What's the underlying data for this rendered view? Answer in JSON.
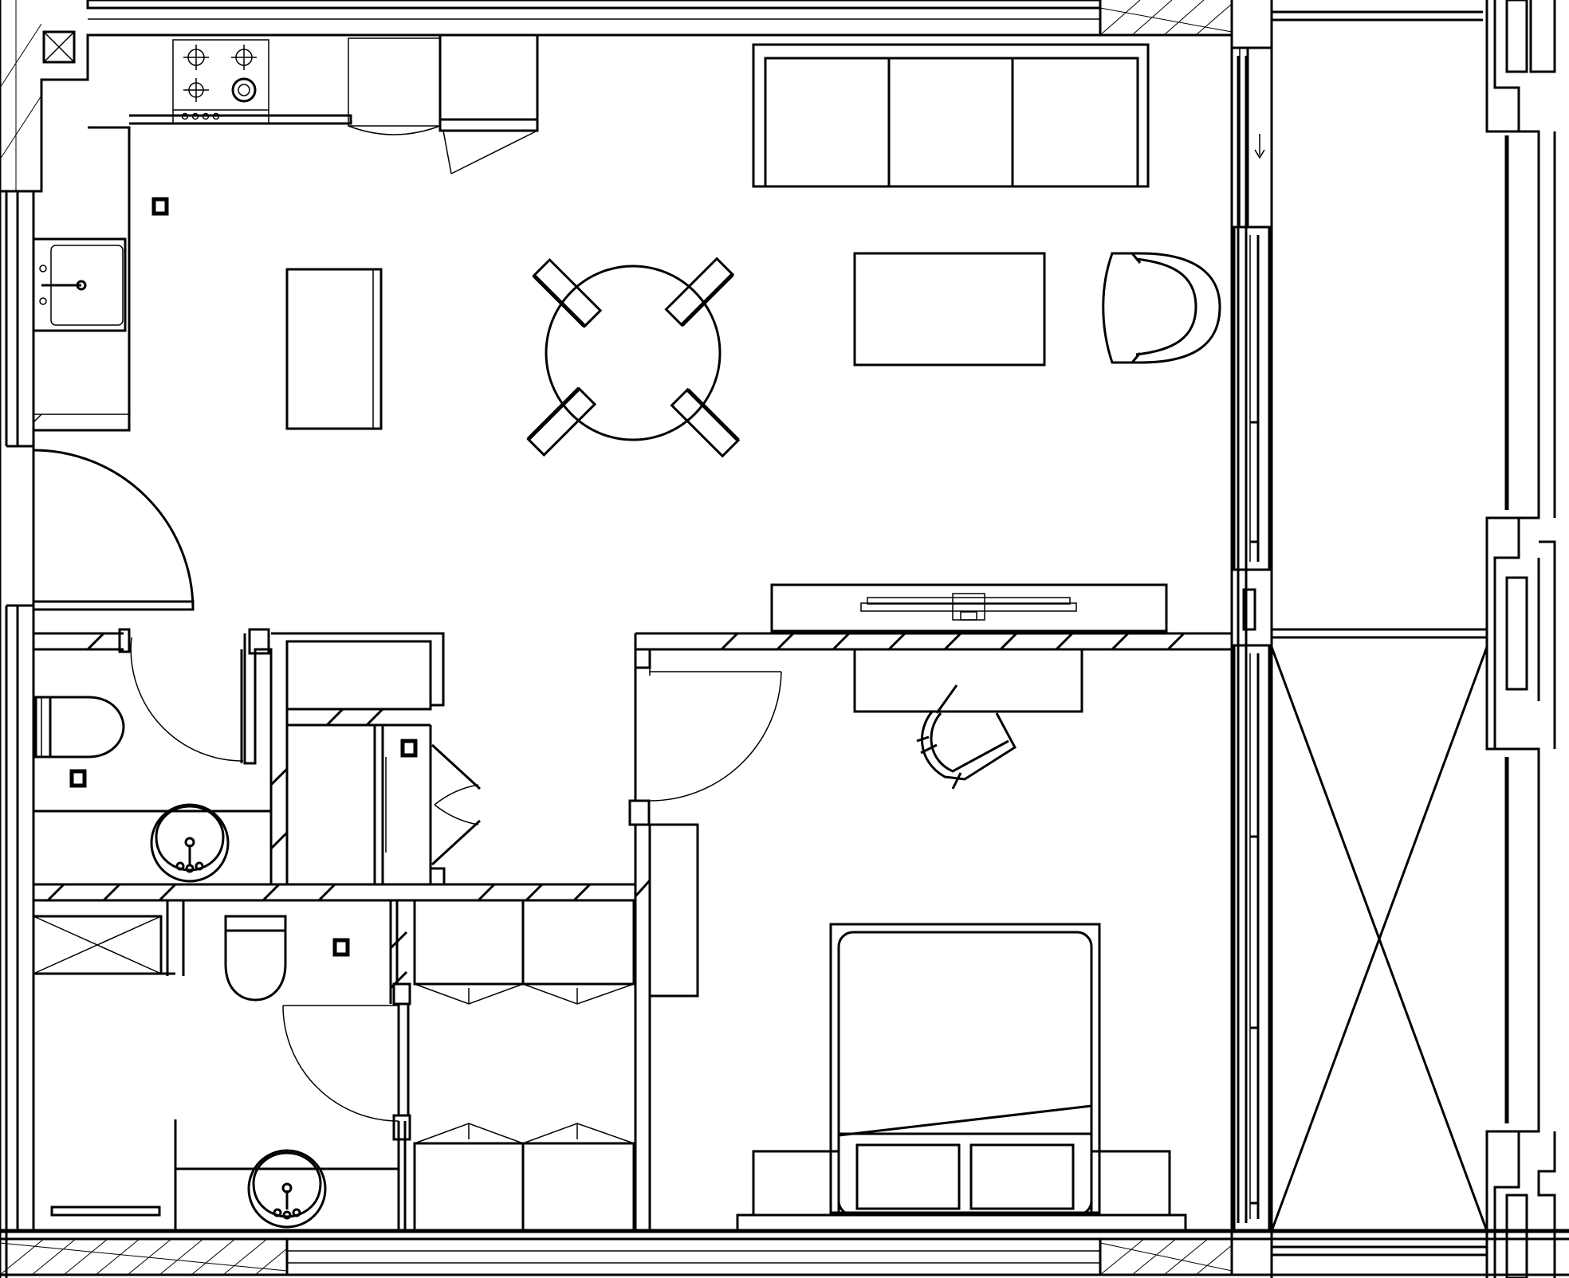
{
  "canvas": {
    "background": "#ffffff",
    "ink": "#000000"
  },
  "rooms": [
    "kitchen",
    "living-dining",
    "wc",
    "hall-closet",
    "bathroom",
    "bedroom",
    "balcony"
  ],
  "fixtures": {
    "living": [
      "sofa",
      "coffee-table",
      "armchair",
      "round-dining-table",
      "dining-chairs",
      "kitchen-island"
    ],
    "kitchen": [
      "gas-hob",
      "refrigerator",
      "oven",
      "kitchen-sink"
    ],
    "bedroom": [
      "double-bed",
      "nightstands",
      "tv-console",
      "desk",
      "desk-chair",
      "wardrobe"
    ],
    "bath": [
      "toilet",
      "washbasin",
      "shower-tray"
    ]
  }
}
